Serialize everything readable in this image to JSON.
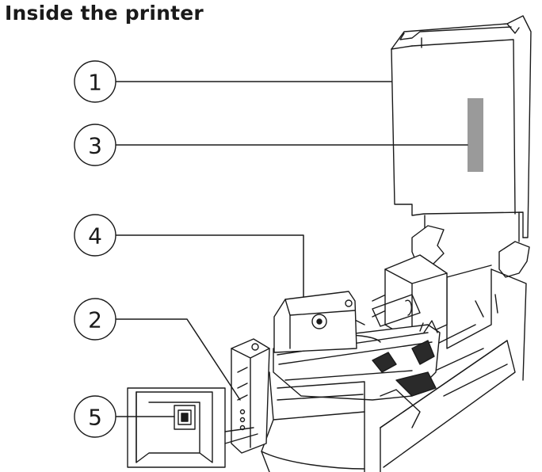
{
  "title": "Inside the printer",
  "callouts": [
    {
      "number": "1"
    },
    {
      "number": "3"
    },
    {
      "number": "4"
    },
    {
      "number": "2"
    },
    {
      "number": "5"
    }
  ]
}
